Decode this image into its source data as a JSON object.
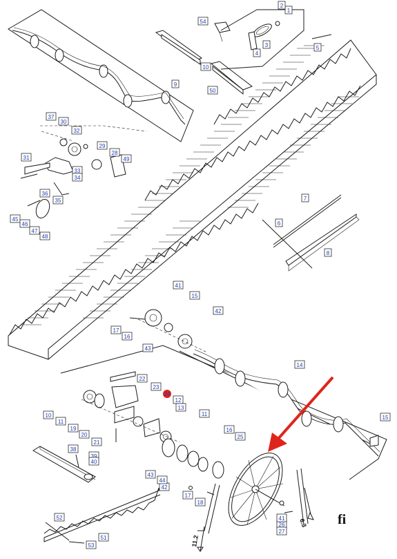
{
  "labels": [
    "1",
    "2",
    "3",
    "4",
    "5",
    "6",
    "7",
    "8",
    "9",
    "10",
    "10",
    "11",
    "11",
    "12",
    "13",
    "14",
    "15",
    "15",
    "16",
    "16",
    "17",
    "17",
    "18",
    "19",
    "20",
    "21",
    "22",
    "23",
    "24",
    "25",
    "26",
    "27",
    "28",
    "29",
    "30",
    "31",
    "32",
    "33",
    "34",
    "35",
    "36",
    "37",
    "38",
    "39",
    "40",
    "41",
    "41",
    "42",
    "42",
    "43",
    "43",
    "44",
    "45",
    "46",
    "47",
    "48",
    "49",
    "50",
    "51",
    "52",
    "53",
    "54"
  ],
  "highlighted_label": "24",
  "direction_marks": [
    "6.3",
    "11.2"
  ],
  "logo_text": "fi",
  "colors": {
    "label_text": "#1f3fae",
    "highlight": "#e0241b",
    "arrow": "#e0241b",
    "ink": "#1a1a1a"
  }
}
